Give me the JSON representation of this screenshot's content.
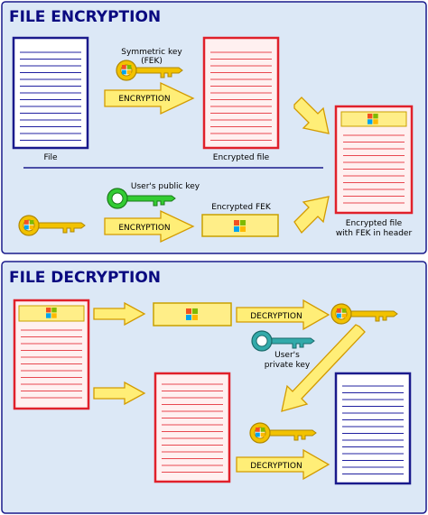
{
  "colors": {
    "panel_fill": "#dce8f6",
    "panel_stroke": "#1a1a8c",
    "title": "#0a0a80",
    "plain_doc_stroke": "#1a1a8c",
    "plain_doc_line": "#2020a0",
    "enc_doc_stroke": "#e0202a",
    "enc_doc_fill": "#fff0f0",
    "enc_doc_line": "#e84850",
    "arrow_fill": "#ffee77",
    "arrow_stroke": "#d39b00",
    "fek_fill": "#ffee88",
    "fek_stroke": "#c8a000",
    "key_gold": "#f2c200",
    "key_green": "#33cc33",
    "key_teal": "#33aaaa"
  },
  "icons": {
    "key": "key-icon",
    "windows_logo": "windows-logo-icon"
  },
  "encryption": {
    "title": "FILE ENCRYPTION",
    "file_label": "File",
    "symmetric_key_label_line1": "Symmetric key",
    "symmetric_key_label_line2": "(FEK)",
    "encryption_arrow_1": "ENCRYPTION",
    "encrypted_file_label": "Encrypted file",
    "public_key_label": "User's public key",
    "encryption_arrow_2": "ENCRYPTION",
    "encrypted_fek_label": "Encrypted FEK",
    "result_label_line1": "Encrypted file",
    "result_label_line2": "with FEK in header"
  },
  "decryption": {
    "title": "FILE DECRYPTION",
    "decryption_arrow_1": "DECRYPTION",
    "private_key_label_line1": "User's",
    "private_key_label_line2": "private key",
    "decryption_arrow_2": "DECRYPTION"
  }
}
